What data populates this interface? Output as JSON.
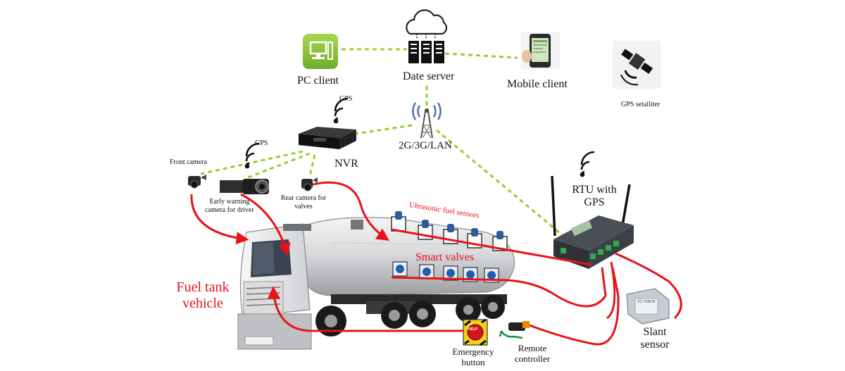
{
  "labels": {
    "pc_client": "PC client",
    "date_server": "Date server",
    "mobile_client": "Mobile client",
    "gps_satellite": "GPS setalliter",
    "network": "2G/3G/LAN",
    "nvr": "NVR",
    "gps_nvr": "GPS",
    "gps_cameras": "GPS",
    "front_camera": "Front camera",
    "early_warning_line1": "Early warning",
    "early_warning_line2": "camera for driver",
    "rear_camera_line1": "Rear camera for",
    "rear_camera_line2": "valves",
    "rtu_line1": "RTU with",
    "rtu_line2": "GPS",
    "ultrasonic": "Ultrasonic fuel sensors",
    "smart_valves": "Smart valves",
    "fuel_tank_line1": "Fuel tank",
    "fuel_tank_line2": "vehicle",
    "slant_line1": "Slant",
    "slant_line2": "sensor",
    "emergency_line1": "Emergency",
    "emergency_line2": "button",
    "remote_line1": "Remote",
    "remote_line2": "controller",
    "help_text": "HELP",
    "slant_device_text": "YC-T320-N"
  },
  "icons": [
    "cloud-icon",
    "server-icon",
    "pc-client-icon",
    "mobile-phone-icon",
    "satellite-icon",
    "cell-tower-icon",
    "nvr-device-icon",
    "wifi-signal-icon",
    "camera-icon",
    "rtu-device-icon",
    "fuel-sensor-icon",
    "valve-icon",
    "emergency-button-icon",
    "remote-controller-icon",
    "slant-sensor-icon",
    "tanker-truck-icon"
  ],
  "colors": {
    "green_link": "#9acd32",
    "red_wire": "#e8121a",
    "pc_green": "#8cc63f",
    "rtu_body": "#3b3f44",
    "terminal_green": "#2fa84f"
  }
}
